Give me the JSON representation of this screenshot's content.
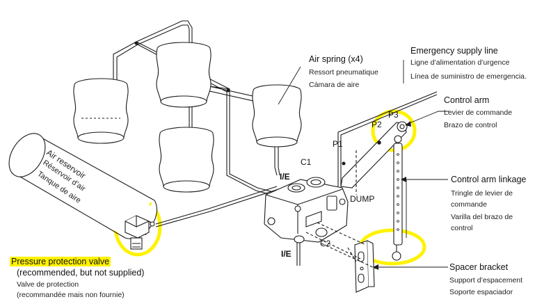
{
  "callouts": {
    "air_spring": {
      "en": "Air spring (x4)",
      "fr": "Ressort pneumatique",
      "es": "Cámara de aire"
    },
    "emergency": {
      "en": "Emergency supply line",
      "fr": "Ligne d’alimentation d’urgence",
      "es": "Línea de suministro de emergencia."
    },
    "control_arm": {
      "en": "Control arm",
      "fr": "Levier de commande",
      "es": "Brazo de control"
    },
    "linkage": {
      "en": "Control arm linkage",
      "fr1": "Tringle de levier de",
      "fr2": "commande",
      "es1": "Varilla del brazo de",
      "es2": "control"
    },
    "spacer": {
      "en": "Spacer bracket",
      "fr": "Support d’espacement",
      "es": "Soporte espaciador"
    },
    "ppv": {
      "en": "Pressure protection valve",
      "en2": "(recommended, but not supplied)",
      "fr": "Valve de protection",
      "fr2": "(recommandée mais non fournie)"
    }
  },
  "reservoir": {
    "en": "Air reservoir",
    "fr": "Réservoir d’air",
    "es": "Tanque de aire"
  },
  "ports": {
    "p3": "P3",
    "p2": "P2",
    "p1": "P1",
    "c1": "C1",
    "ie_top": "I/E",
    "dump": "DUMP",
    "c2": "C2",
    "ie_bottom": "I/E"
  },
  "colors": {
    "highlight": "#fff200",
    "line": "#1a1a1a"
  }
}
